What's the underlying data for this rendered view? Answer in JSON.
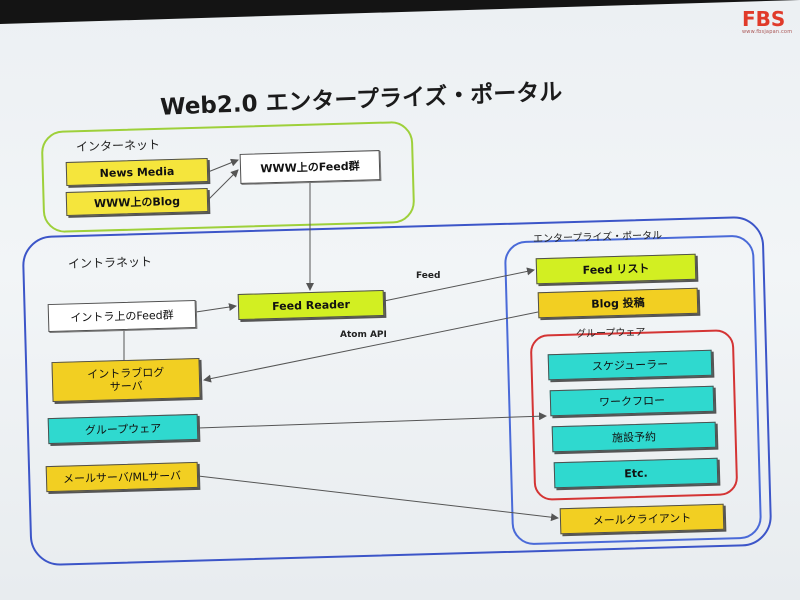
{
  "logo": {
    "text": "FBS",
    "tagline": "www.fbsjapan.com"
  },
  "title": "Web2.0 エンタープライズ・ポータル",
  "regions": {
    "internet": "インターネット",
    "intranet": "イントラネット",
    "portal": "エンタープライズ・ポータル",
    "groupware_box": "グループウェア"
  },
  "nodes": {
    "news_media": "News Media",
    "www_blog": "WWW上のBlog",
    "www_feed": "WWW上のFeed群",
    "intranet_feed": "イントラ上のFeed群",
    "feed_reader": "Feed Reader",
    "intrablog_server": "イントラブログ\nサーバ",
    "groupware": "グループウェア",
    "mail_server": "メールサーバ/MLサーバ",
    "feed_list": "Feed リスト",
    "blog_post": "Blog 投稿",
    "scheduler": "スケジューラー",
    "workflow": "ワークフロー",
    "facility": "施設予約",
    "etc": "Etc.",
    "mail_client": "メールクライアント"
  },
  "edges": {
    "feed": "Feed",
    "atom_api": "Atom API"
  },
  "colors": {
    "internet_border": "#9ed03a",
    "intranet_border": "#3c55c8",
    "portal_border": "#4a6ad8",
    "groupware_border": "#d43434",
    "yellow": "#f5e53c",
    "lime": "#d2ef22",
    "cyan": "#2fd9cf",
    "connector": "#555555"
  }
}
